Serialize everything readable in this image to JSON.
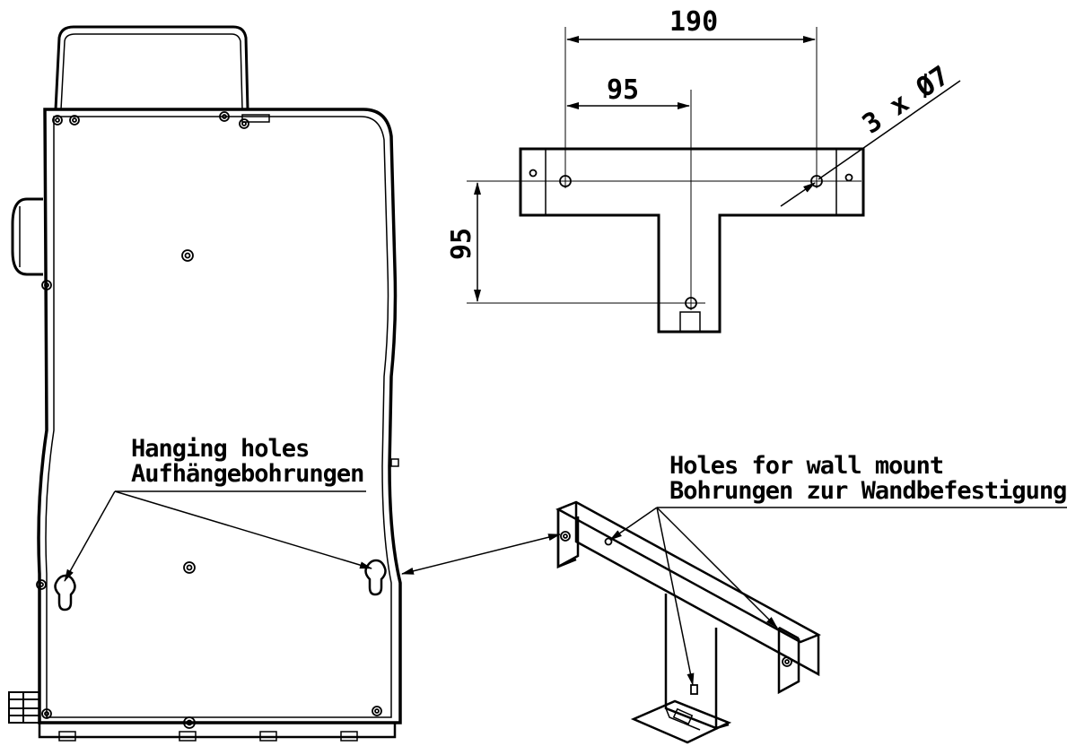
{
  "dimensions": {
    "width_total": "190",
    "width_half": "95",
    "height": "95",
    "holes": "3 x Ø7"
  },
  "callouts": {
    "hanging_holes_en": "Hanging holes",
    "hanging_holes_de": "Aufhängebohrungen",
    "wall_mount_en": "Holes for wall mount",
    "wall_mount_de": "Bohrungen zur Wandbefestigung"
  },
  "colors": {
    "line": "#000000",
    "background": "#ffffff"
  }
}
